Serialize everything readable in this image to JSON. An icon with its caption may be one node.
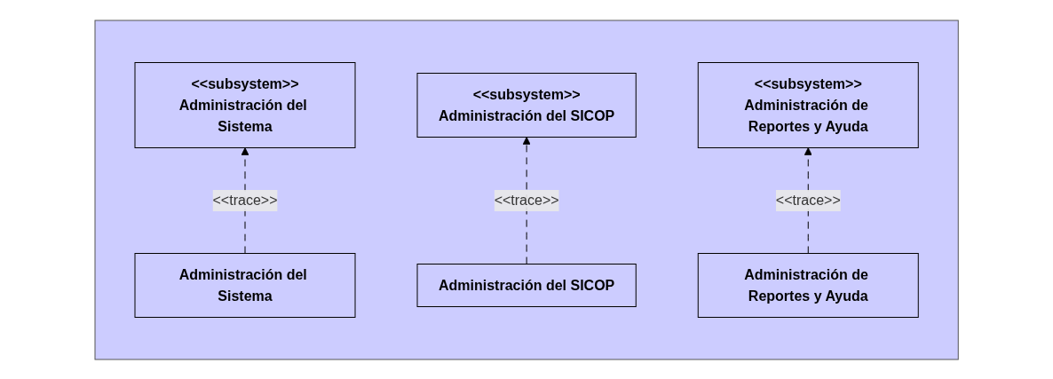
{
  "diagram": {
    "nodes": [
      {
        "text": [],
        "shape": "box"
      },
      {
        "text": [
          "<<subsystem>>",
          "Administración del Sistema"
        ],
        "in": 0
      },
      {
        "text": [
          "<<subsystem>>",
          "Administración del SICOP"
        ],
        "in": 0
      },
      {
        "text": [
          "<<subsystem>>",
          "Administración de Reportes y Ayuda"
        ],
        "in": 0
      },
      {
        "text": [
          "Administración del Sistema"
        ],
        "in": 0
      },
      {
        "text": [
          "Administración del SICOP"
        ],
        "in": 0
      },
      {
        "text": [
          "Administración de Reportes y Ayuda"
        ],
        "in": 0
      }
    ],
    "edges": [
      {
        "from": 4,
        "to": 1,
        "arrow": "to",
        "label": "<<trace>>",
        "style": "dashed"
      },
      {
        "from": 5,
        "to": 2,
        "arrow": "to",
        "label": "<<trace>>",
        "style": "dashed"
      },
      {
        "from": 6,
        "to": 3,
        "arrow": "to",
        "label": "<<trace>>",
        "style": "dashed"
      }
    ]
  }
}
